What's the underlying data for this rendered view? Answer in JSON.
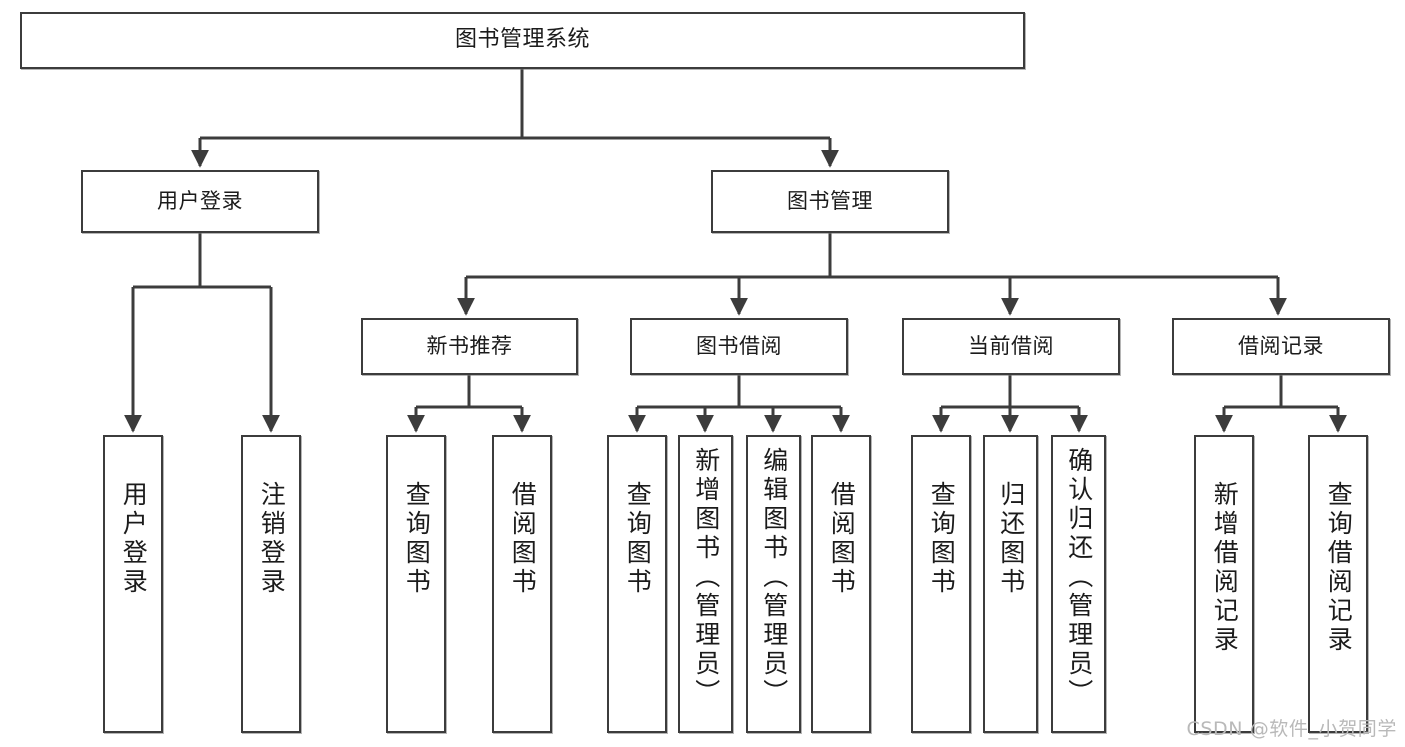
{
  "diagram": {
    "title": "图书管理系统",
    "type": "tree-hierarchy",
    "root": {
      "label": "图书管理系统"
    },
    "level2": [
      {
        "label": "用户登录"
      },
      {
        "label": "图书管理"
      }
    ],
    "level3": [
      {
        "label": "新书推荐"
      },
      {
        "label": "图书借阅"
      },
      {
        "label": "当前借阅"
      },
      {
        "label": "借阅记录"
      }
    ],
    "leaves_user_login": [
      {
        "label": "用户登录"
      },
      {
        "label": "注销登录"
      }
    ],
    "leaves_new_book": [
      {
        "label": "查询图书"
      },
      {
        "label": "借阅图书"
      }
    ],
    "leaves_borrow": [
      {
        "label": "查询图书"
      },
      {
        "label": "新增图书（管理员）"
      },
      {
        "label": "编辑图书（管理员）"
      },
      {
        "label": "借阅图书"
      }
    ],
    "leaves_current": [
      {
        "label": "查询图书"
      },
      {
        "label": "归还图书"
      },
      {
        "label": "确认归还（管理员）"
      }
    ],
    "leaves_record": [
      {
        "label": "新增借阅记录"
      },
      {
        "label": "查询借阅记录"
      }
    ]
  },
  "watermark": {
    "text": "CSDN @软件_小贺同学"
  },
  "colors": {
    "box_border": "#3c3c3c",
    "box_fill": "#ffffff",
    "connector": "#3c3c3c",
    "text": "#1b1b1b",
    "watermark": "#b9b9b9",
    "background": "#ffffff"
  }
}
